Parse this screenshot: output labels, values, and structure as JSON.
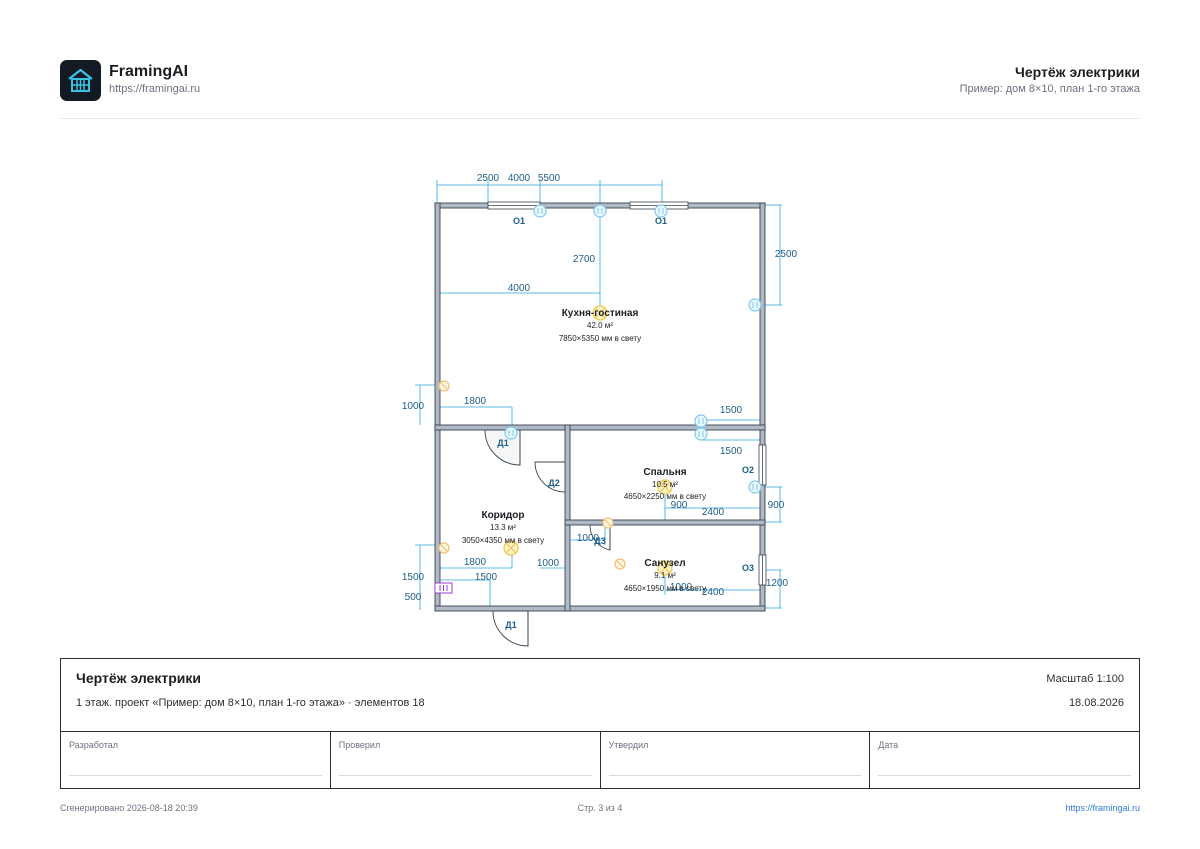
{
  "header": {
    "brand_name": "FramingAI",
    "brand_url": "https://framingai.ru",
    "title": "Чертёж электрики",
    "subtitle": "Пример: дом 8×10, план 1-го этажа"
  },
  "plan": {
    "rooms": [
      {
        "name": "Кухня-гостиная",
        "area": "42.0 м²",
        "size": "7850×5350 мм в свету"
      },
      {
        "name": "Коридор",
        "area": "13.3 м²",
        "size": "3050×4350 мм в свету"
      },
      {
        "name": "Спальня",
        "area": "10.5 м²",
        "size": "4650×2250 мм в свету"
      },
      {
        "name": "Санузел",
        "area": "9.1 м²",
        "size": "4650×1950 мм в свету"
      }
    ],
    "openings": {
      "window_1a": "О1",
      "window_1b": "О1",
      "window_2": "О2",
      "window_3": "О3",
      "door_1a": "Д1",
      "door_1b": "Д1",
      "door_2": "Д2",
      "door_3": "Д3"
    },
    "dims": {
      "top_a": "2500",
      "top_b": "4000",
      "top_c": "5500",
      "kitchen_v": "2700",
      "right_top": "2500",
      "kitchen_h": "4000",
      "left_1000": "1000",
      "left_1800": "1800",
      "wall_1500a": "1500",
      "wall_1500b": "1500",
      "bed_900a": "900",
      "bed_900b": "900",
      "bed_2400": "2400",
      "cor_1000a": "1000",
      "cor_1800": "1800",
      "cor_1000b": "1000",
      "cor_1500a": "1500",
      "cor_1500b": "1500",
      "cor_500": "500",
      "bath_1000": "1000",
      "bath_2400": "2400",
      "bath_1200": "1200"
    }
  },
  "titleblock": {
    "title": "Чертёж электрики",
    "description": "1 этаж. проект «Пример: дом 8×10, план 1-го этажа» · элементов 18",
    "scale": "Масштаб 1:100",
    "date": "18.08.2026",
    "cells": [
      {
        "label": "Разработал"
      },
      {
        "label": "Проверил"
      },
      {
        "label": "Утвердил"
      },
      {
        "label": "Дата"
      }
    ]
  },
  "footer": {
    "generated": "Сгенерировано 2026-08-18 20:39",
    "page": "Стр. 3 из 4",
    "url": "https://framingai.ru"
  },
  "colors": {
    "wall": "#aebac6",
    "wall_stroke": "#3b4350",
    "dim": "#2aa8e0",
    "dim_text": "#1f5d86",
    "outlet": "#7fc9ea",
    "light": "#f1c84b",
    "panel": "#9b3fcf"
  }
}
